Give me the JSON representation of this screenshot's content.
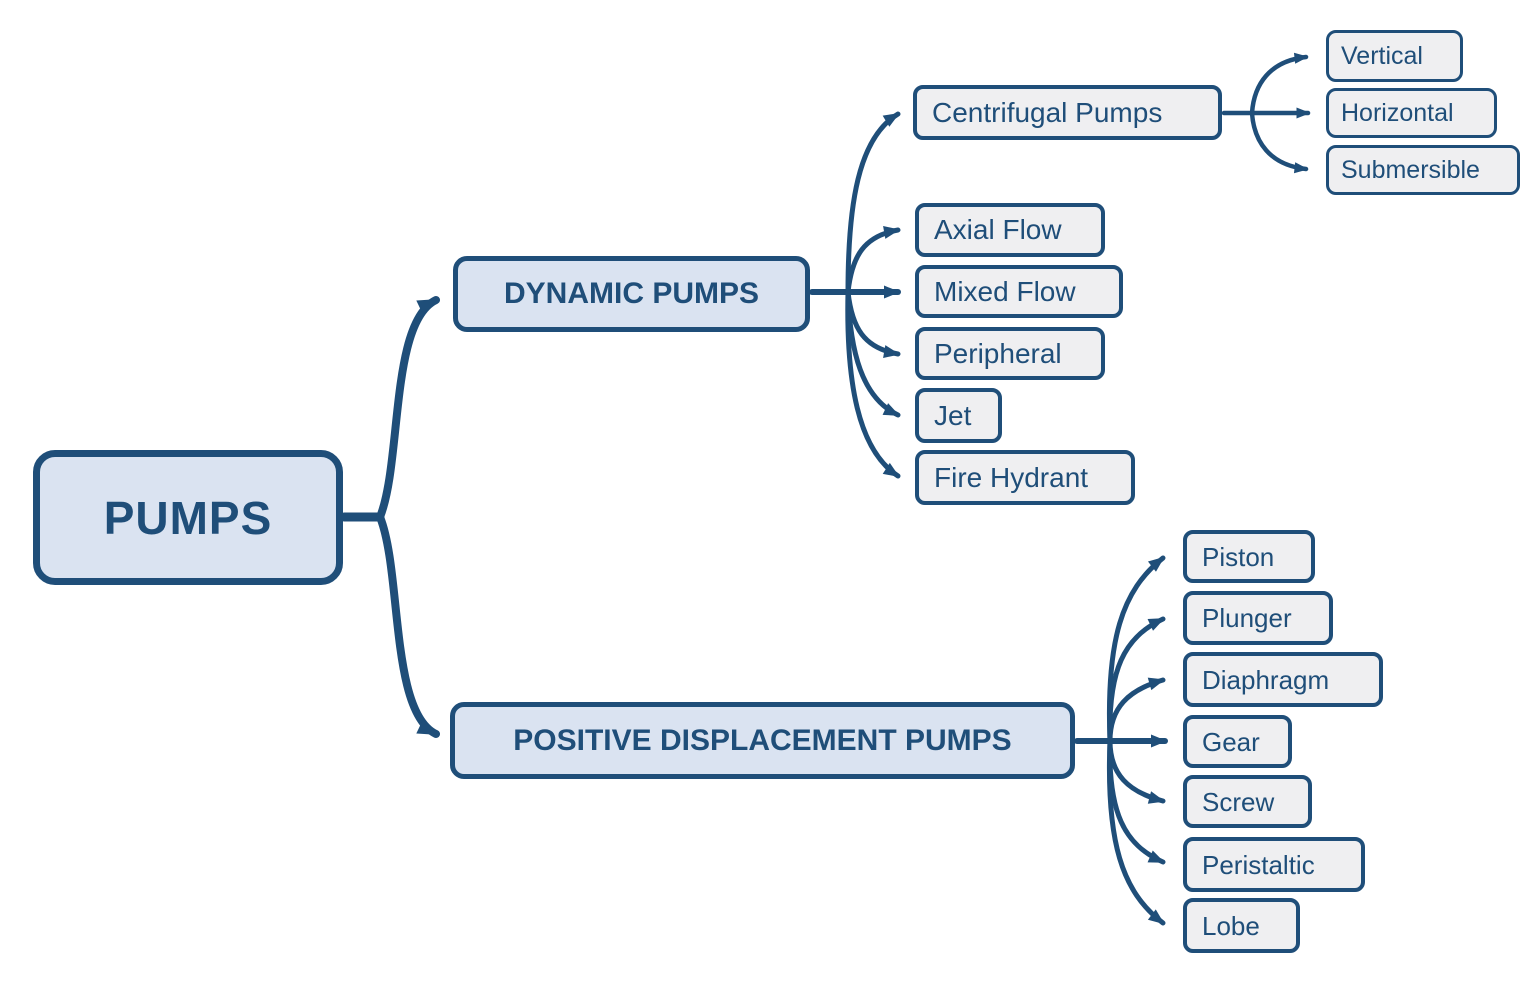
{
  "diagram": {
    "type": "mind-map",
    "root": {
      "label": "PUMPS"
    },
    "branches": [
      {
        "label": "DYNAMIC PUMPS",
        "children": [
          {
            "label": "Centrifugal Pumps",
            "children": [
              {
                "label": "Vertical"
              },
              {
                "label": "Horizontal"
              },
              {
                "label": "Submersible"
              }
            ]
          },
          {
            "label": "Axial Flow"
          },
          {
            "label": "Mixed Flow"
          },
          {
            "label": "Peripheral"
          },
          {
            "label": "Jet"
          },
          {
            "label": "Fire Hydrant"
          }
        ]
      },
      {
        "label": "POSITIVE DISPLACEMENT PUMPS",
        "children": [
          {
            "label": "Piston"
          },
          {
            "label": "Plunger"
          },
          {
            "label": "Diaphragm"
          },
          {
            "label": "Gear"
          },
          {
            "label": "Screw"
          },
          {
            "label": "Peristaltic"
          },
          {
            "label": "Lobe"
          }
        ]
      }
    ],
    "colors": {
      "accent_navy": "#1F4E79",
      "fill_light_blue": "#DAE3F1",
      "fill_light_gray": "#EFEFF1",
      "background": "#FFFFFF"
    }
  }
}
